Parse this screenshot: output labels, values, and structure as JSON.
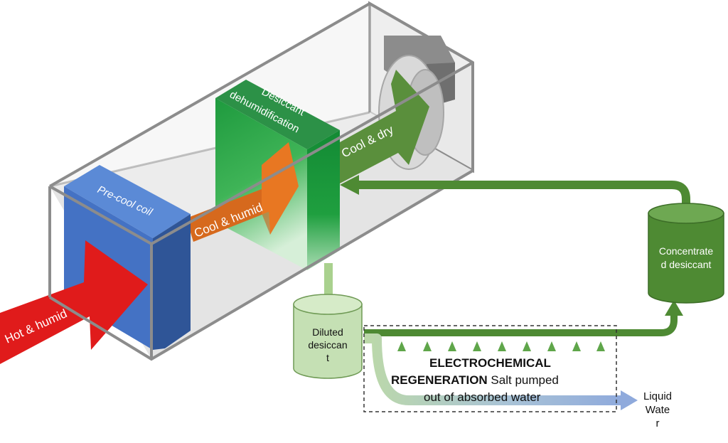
{
  "labels": {
    "hot_humid": "Hot & humid",
    "precool_coil": "Pre-cool coil",
    "cool_humid": "Cool & humid",
    "desiccant_line1": "Desiccant",
    "desiccant_line2": "dehumidification",
    "cool_dry": "Cool & dry",
    "concentrated_line1": "Concentrate",
    "concentrated_line2": "d desiccant",
    "diluted_line1": "Diluted",
    "diluted_line2": "desiccan",
    "diluted_line3": "t",
    "regen_bold_line1": "ELECTROCHEMICAL",
    "regen_bold_line2": "REGENERATION",
    "regen_rest_line2": " Salt pumped",
    "regen_line3": "out of absorbed water",
    "water_line1": "Liquid",
    "water_line2": "Wate",
    "water_line3": "r"
  },
  "colors": {
    "hot_arrow": "#e01b1b",
    "coil_front": "#4472c4",
    "coil_side": "#2f5597",
    "coil_top": "#5b8ad6",
    "humid_arrow": "#e87722",
    "desiccant_green": "#23a445",
    "dry_arrow": "#5a8f3c",
    "pipe_dark_green": "#4e8a33",
    "pipe_light_green": "#a9d18e",
    "diluted_tank": "#c5e0b4",
    "concentrated_tank": "#4e8a33",
    "water_blue": "#8faadc",
    "box_stroke": "#8c8c8c",
    "box_fill": "#e8e8e8"
  }
}
